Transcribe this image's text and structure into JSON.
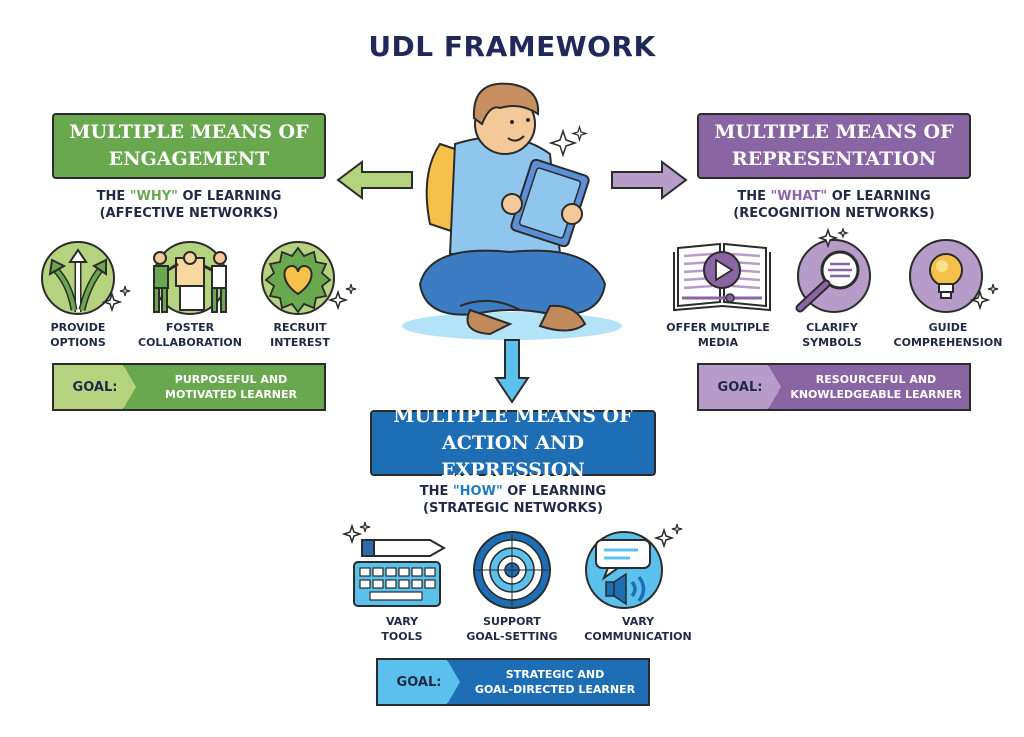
{
  "title": "UDL FRAMEWORK",
  "colors": {
    "engagement": "#6aa84f",
    "engagement_light": "#b5d27f",
    "representation": "#8a65a3",
    "representation_light": "#b69cc8",
    "action": "#1e6eb5",
    "action_light": "#5bc0eb"
  },
  "engagement": {
    "heading_line1": "MULTIPLE MEANS OF",
    "heading_line2": "ENGAGEMENT",
    "sub_pre": "THE ",
    "sub_hl": "\"WHY\"",
    "sub_post": " OF LEARNING",
    "sub_line2": "(AFFECTIVE NETWORKS)",
    "items": [
      {
        "label": "PROVIDE\nOPTIONS",
        "icon": "arrows-options-icon"
      },
      {
        "label": "FOSTER\nCOLLABORATION",
        "icon": "puzzle-collaboration-icon"
      },
      {
        "label": "RECRUIT\nINTEREST",
        "icon": "heart-interest-icon"
      }
    ],
    "goal_label": "GOAL:",
    "goal_text": "PURPOSEFUL AND\nMOTIVATED LEARNER"
  },
  "representation": {
    "heading_line1": "MULTIPLE MEANS OF",
    "heading_line2": "REPRESENTATION",
    "sub_pre": "THE ",
    "sub_hl": "\"WHAT\"",
    "sub_post": " OF LEARNING",
    "sub_line2": "(RECOGNITION NETWORKS)",
    "items": [
      {
        "label": "OFFER MULTIPLE\nMEDIA",
        "icon": "book-media-icon"
      },
      {
        "label": "CLARIFY\nSYMBOLS",
        "icon": "magnifier-icon"
      },
      {
        "label": "GUIDE\nCOMPREHENSION",
        "icon": "lightbulb-icon"
      }
    ],
    "goal_label": "GOAL:",
    "goal_text": "RESOURCEFUL AND\nKNOWLEDGEABLE LEARNER"
  },
  "action": {
    "heading_line1": "MULTIPLE MEANS OF",
    "heading_line2": "ACTION AND EXPRESSION",
    "sub_pre": "THE ",
    "sub_hl": "\"HOW\"",
    "sub_post": " OF LEARNING",
    "sub_line2": "(STRATEGIC NETWORKS)",
    "items": [
      {
        "label": "VARY\nTOOLS",
        "icon": "keyboard-pen-icon"
      },
      {
        "label": "SUPPORT\nGOAL-SETTING",
        "icon": "target-icon"
      },
      {
        "label": "VARY\nCOMMUNICATION",
        "icon": "speech-speaker-icon"
      }
    ],
    "goal_label": "GOAL:",
    "goal_text": "STRATEGIC AND\nGOAL-DIRECTED LEARNER"
  }
}
